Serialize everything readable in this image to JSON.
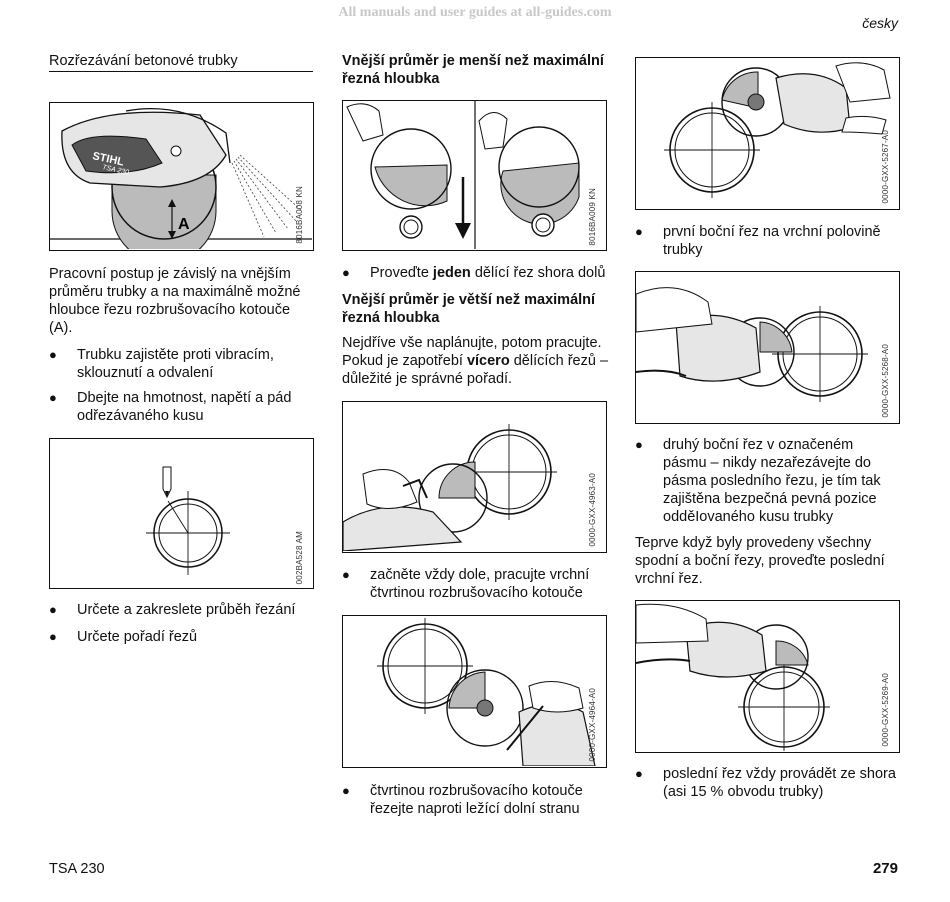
{
  "watermark": "All manuals and user guides at all-guides.com",
  "language": "česky",
  "col1": {
    "heading": "Rozřezávání betonové trubky",
    "fig1": {
      "code": "8016BA008 KN",
      "label_a": "A",
      "brand": "STIHL",
      "model": "TSA 230"
    },
    "intro": "Pracovní postup je závislý na vnějším průměru trubky a na maximálně možné hloubce řezu rozbrušovacího kotouče (A).",
    "bullets": [
      "Trubku zajistěte proti vibracím, sklouznutí a odvalení",
      "Dbejte na hmotnost, napětí a pád odřezávaného kusu"
    ],
    "fig2": {
      "code": "002BA528 AM"
    },
    "bullets2": [
      "Určete a zakreslete průběh řezání",
      "Určete pořadí řezů"
    ]
  },
  "col2": {
    "heading1": "Vnější průměr je menší než maximální řezná hloubka",
    "fig1": {
      "code": "8016BA009 KN"
    },
    "bullet1": {
      "before": "Proveďte ",
      "bold": "jeden",
      "after": " dělící řez shora dolů"
    },
    "heading2": "Vnější průměr je větší než maximální řezná hloubka",
    "para": {
      "before": "Nejdříve vše naplánujte, potom pracujte. Pokud je zapotřebí ",
      "bold": "vícero",
      "after": " dělících řezů – důležité je správné pořadí."
    },
    "fig2": {
      "code": "0000-GXX-4963-A0"
    },
    "bullet2": "začněte vždy dole, pracujte vrchní čtvrtinou rozbrušovacího kotouče",
    "fig3": {
      "code": "0000-GXX-4964-A0"
    },
    "bullet3": "čtvrtinou rozbrušovacího kotouče řezejte naproti ležící dolní stranu"
  },
  "col3": {
    "fig1": {
      "code": "0000-GXX-5267-A0"
    },
    "bullet1": "první boční řez na vrchní polovině trubky",
    "fig2": {
      "code": "0000-GXX-5268-A0"
    },
    "bullet2": "druhý boční řez v označeném pásmu – nikdy nezařezávejte do pásma posledního řezu, je tím tak zajištěna bezpečná pevná pozice odděIovaného kusu trubky",
    "para": "Teprve když byly provedeny všechny spodní a boční řezy, proveďte poslední vrchní řez.",
    "fig3": {
      "code": "0000-GXX-5269-A0"
    },
    "bullet3": "poslední řez vždy provádět ze shora (asi 15 % obvodu trubky)"
  },
  "footer": {
    "model": "TSA 230",
    "page": "279"
  }
}
